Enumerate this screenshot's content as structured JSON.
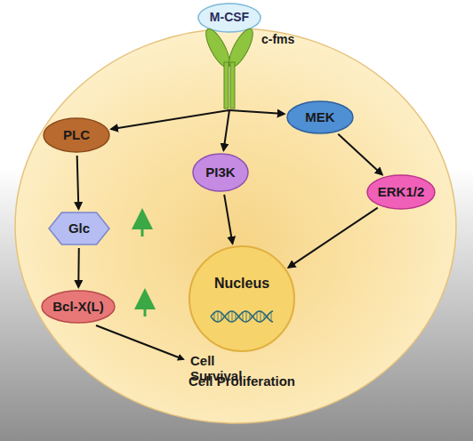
{
  "diagram": {
    "nodes": [
      {
        "text": [
          "M-CSF"
        ]
      },
      {
        "text": [
          "c-fms"
        ]
      },
      {
        "text": [
          "PLC"
        ]
      },
      {
        "text": [
          "PI3K"
        ]
      },
      {
        "text": [
          "MEK"
        ]
      },
      {
        "text": [
          "ERK1/2"
        ]
      },
      {
        "text": [
          "Glc"
        ]
      },
      {
        "text": [
          "Bcl-X(L)"
        ]
      },
      {
        "text": [
          "Nucleus"
        ]
      }
    ],
    "edges": [
      {
        "from": 1,
        "to": 2,
        "arrow": "to"
      },
      {
        "from": 1,
        "to": 3,
        "arrow": "to"
      },
      {
        "from": 1,
        "to": 4,
        "arrow": "to"
      },
      {
        "from": 2,
        "to": 6,
        "arrow": "to"
      },
      {
        "from": 6,
        "to": 7,
        "arrow": "to"
      },
      {
        "from": 3,
        "to": 8,
        "arrow": "to"
      },
      {
        "from": 4,
        "to": 5,
        "arrow": "to"
      },
      {
        "from": 5,
        "to": 8,
        "arrow": "to"
      }
    ],
    "labels": [
      "Cell Survival",
      "Cell Proliferation"
    ]
  }
}
